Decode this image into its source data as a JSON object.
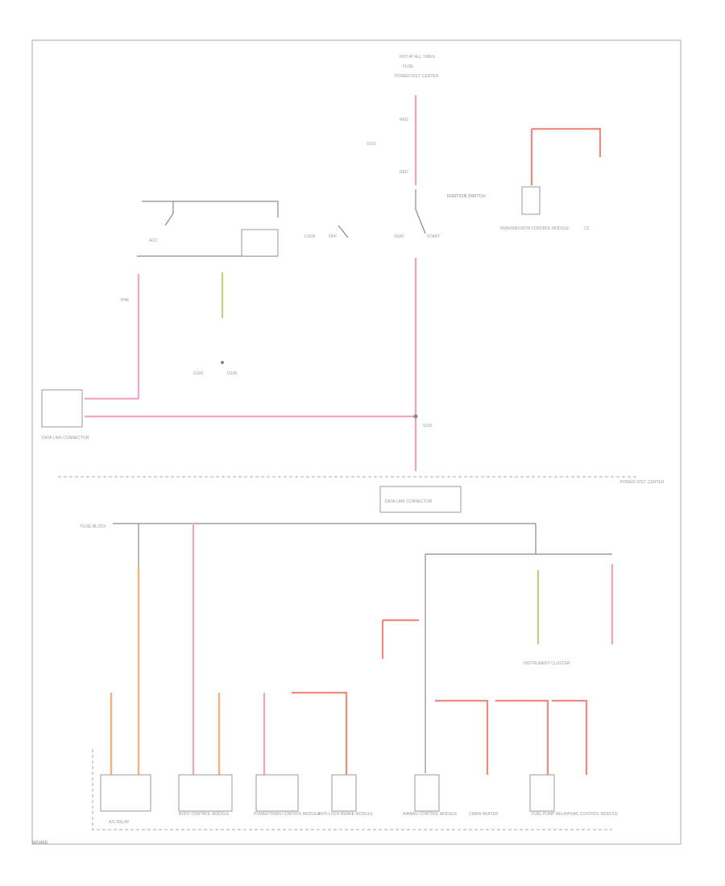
{
  "colors": {
    "pink_wire": "#f4a6c8",
    "orange_wire": "#f6b27a",
    "red_wire": "#f08a7a",
    "yellow_green_wire": "#c6cf7e",
    "frame": "#aaaaaa"
  },
  "labels": {
    "top_source": "HOT AT ALL TIMES",
    "top_fuse": "FUSE",
    "top_pdc": "POWER DIST. CENTER",
    "ignition_switch": "IGNITION SWITCH",
    "switch_positions": [
      "LOCK",
      "OFF",
      "RUN",
      "START",
      "ACC"
    ],
    "splice_top": "S101",
    "ground_note": "G100",
    "data_link_box": "DATA LINK CONNECTOR",
    "fuse_block": "FUSE BLOCK",
    "power_panel": "POWER DIST. CENTER",
    "cabin_heater": "CABIN HEATER",
    "cluster": "INSTRUMENT CLUSTER",
    "trans_control": "TRANSMISSION CONTROL MODULE",
    "left_relay": "A/C RELAY",
    "body_module": "BODY CONTROL MODULE",
    "powertrain_module": "POWERTRAIN CONTROL MODULE",
    "brake_module": "ANTI-LOCK BRAKE MODULE",
    "airbag_module": "AIRBAG CONTROL MODULE",
    "fuel_pump": "FUEL PUMP RELAY",
    "hvac_module": "HVAC CONTROL MODULE",
    "page_id": "W0468"
  }
}
